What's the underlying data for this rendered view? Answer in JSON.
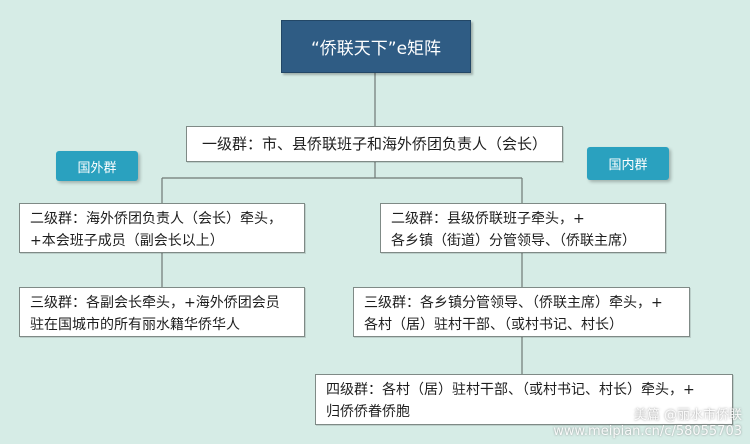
{
  "diagram": {
    "title": "“侨联天下”e矩阵",
    "groups": {
      "foreign": "国外群",
      "domestic": "国内群"
    },
    "level1": "一级群：市、县侨联班子和海外侨团负责人（会长）",
    "foreign_branch": {
      "level2": {
        "line1": "二级群：海外侨团负责人（会长）牵头，",
        "line2": "+本会班子成员（副会长以上）"
      },
      "level3": {
        "line1": "三级群：各副会长牵头，+海外侨团会员",
        "line2": "驻在国城市的所有丽水籍华侨华人"
      }
    },
    "domestic_branch": {
      "level2": {
        "line1": "二级群：县级侨联班子牵头，+",
        "line2": "各乡镇（街道）分管领导、（侨联主席）"
      },
      "level3": {
        "line1": "三级群：各乡镇分管领导、（侨联主席）牵头，+",
        "line2": "各村（居）驻村干部、（或村书记、村长）"
      },
      "level4": {
        "line1": "四级群：各村（居）驻村干部、（或村书记、村长）牵头，+",
        "line2": "归侨侨眷侨胞"
      }
    }
  },
  "watermark": {
    "brand": "美篇 @丽水市侨联",
    "url": "www.meipian.cn/c/58055703"
  },
  "colors": {
    "background": "#d6ece6",
    "title_fill": "#2f5c84",
    "tag_fill": "#2aa1bf",
    "connector": "#6f7975"
  }
}
